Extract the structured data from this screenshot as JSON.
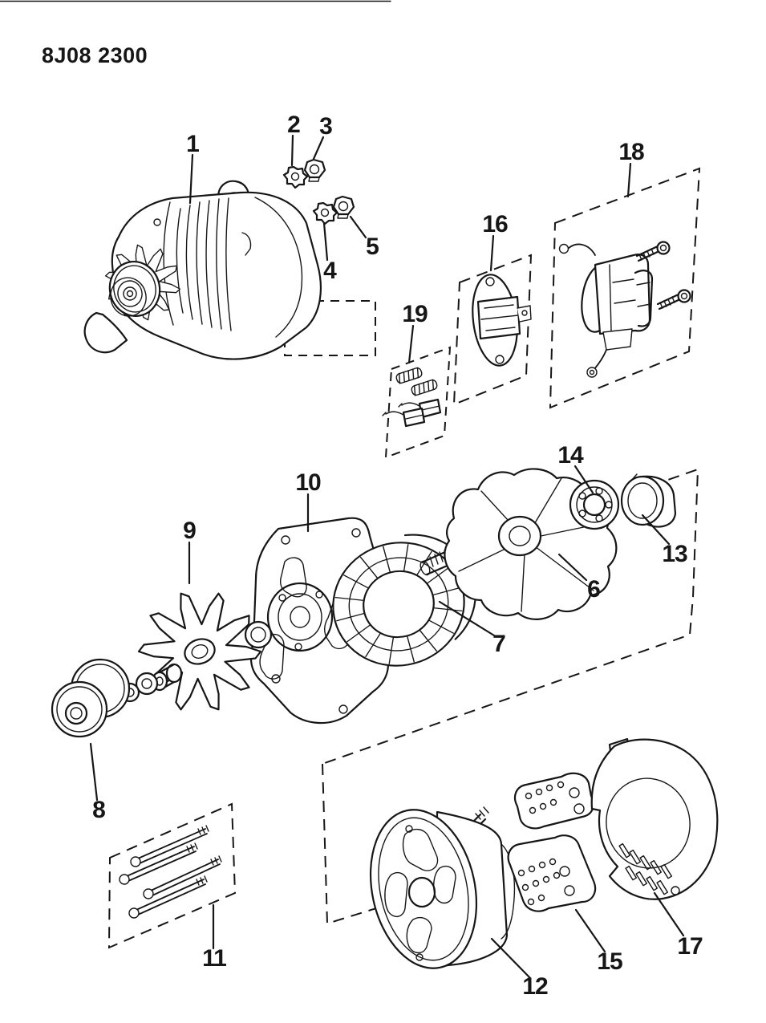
{
  "figure": {
    "code": "8J08 2300"
  },
  "colors": {
    "ink": "#161616",
    "paper": "#ffffff"
  },
  "callouts": [
    {
      "num": "1"
    },
    {
      "num": "2"
    },
    {
      "num": "3"
    },
    {
      "num": "4"
    },
    {
      "num": "5"
    },
    {
      "num": "6"
    },
    {
      "num": "7"
    },
    {
      "num": "8"
    },
    {
      "num": "9"
    },
    {
      "num": "10"
    },
    {
      "num": "11"
    },
    {
      "num": "12"
    },
    {
      "num": "13"
    },
    {
      "num": "14"
    },
    {
      "num": "15"
    },
    {
      "num": "16"
    },
    {
      "num": "17"
    },
    {
      "num": "18"
    },
    {
      "num": "19"
    }
  ]
}
